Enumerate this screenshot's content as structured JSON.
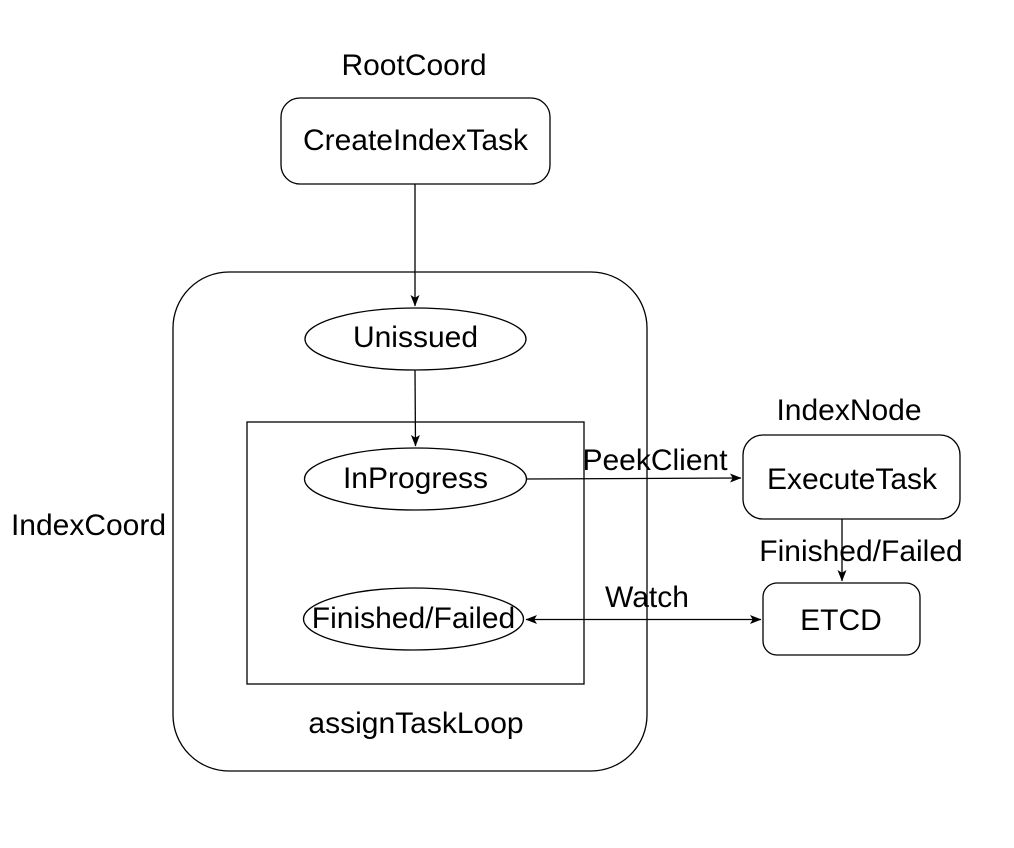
{
  "diagram": {
    "type": "flow-diagram",
    "colors": {
      "background": "#ffffff",
      "stroke": "#000000",
      "text": "#000000"
    },
    "group_labels": {
      "root_coord": "RootCoord",
      "index_coord": "IndexCoord",
      "index_node": "IndexNode",
      "assign_task_loop": "assignTaskLoop"
    },
    "nodes": {
      "create_index_task": "CreateIndexTask",
      "unissued": "Unissued",
      "in_progress": "InProgress",
      "finished_failed": "Finished/Failed",
      "execute_task": "ExecuteTask",
      "etcd": "ETCD"
    },
    "edge_labels": {
      "peek_client": "PeekClient",
      "finished_failed": "Finished/Failed",
      "watch": "Watch"
    }
  }
}
